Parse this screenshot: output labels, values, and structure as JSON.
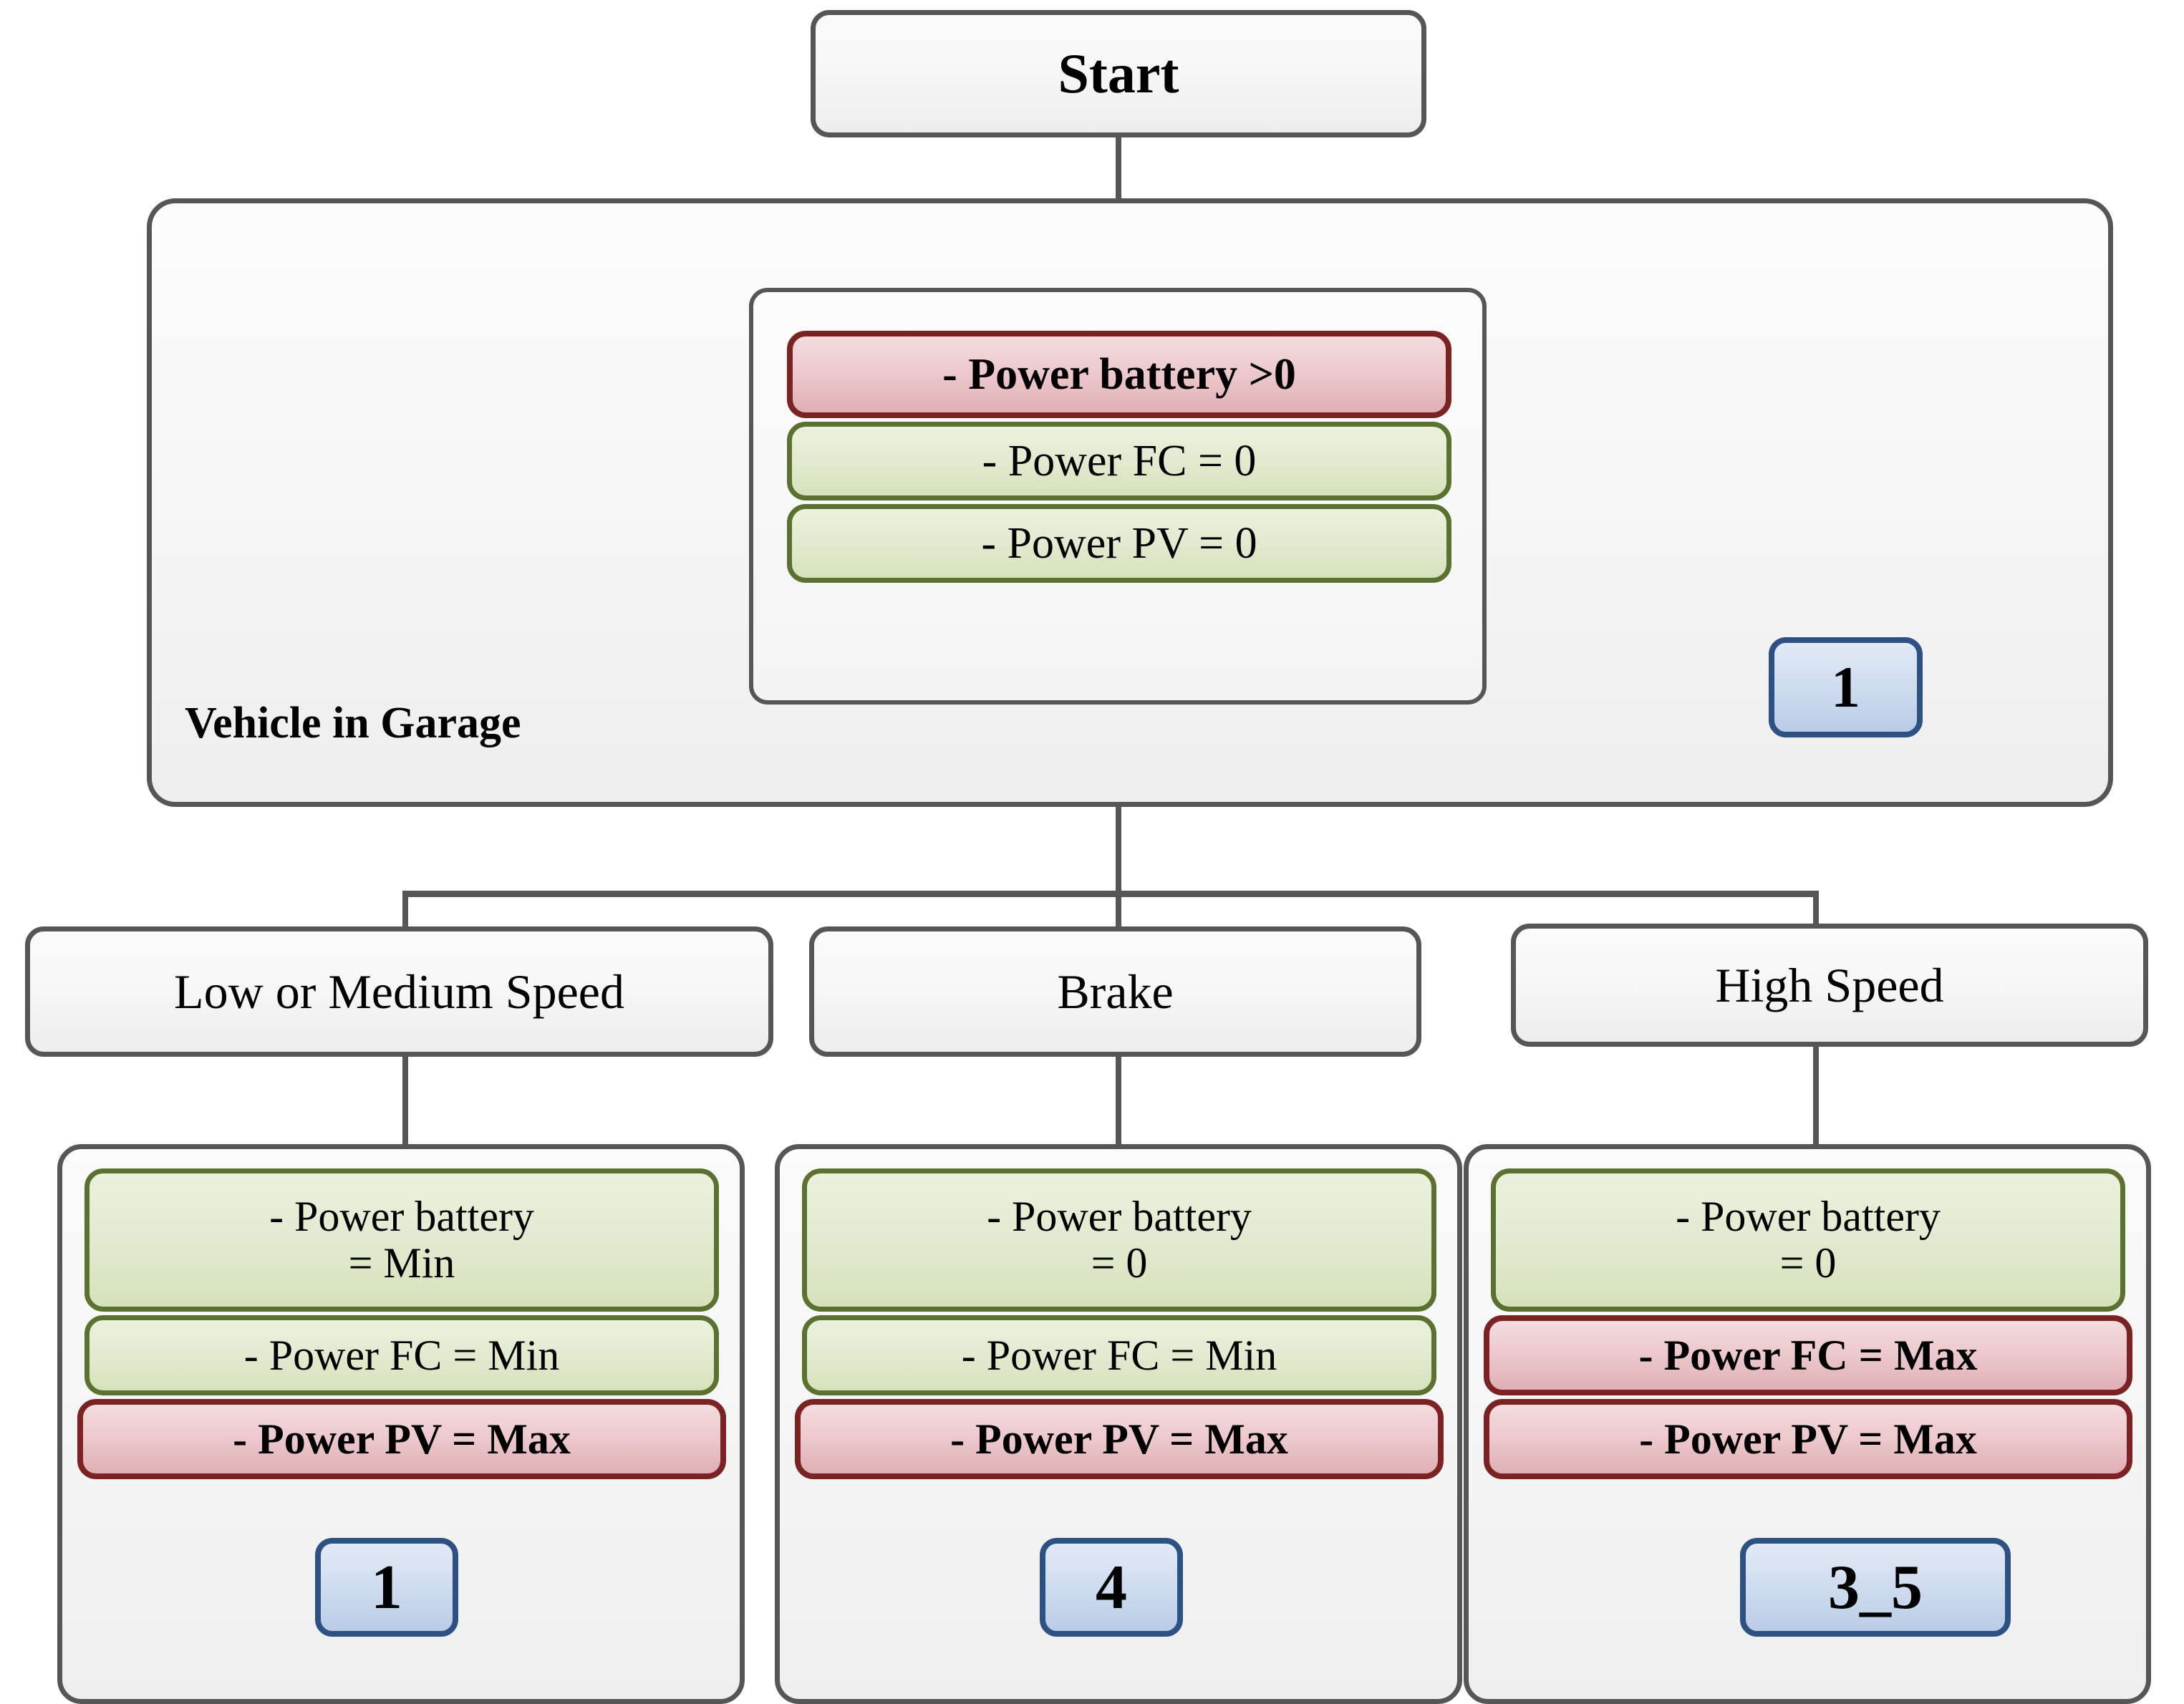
{
  "diagram": {
    "title_node": "Start",
    "garage": {
      "label": "Vehicle in Garage",
      "badge": "1",
      "conditions": [
        {
          "text": "- Power battery >0",
          "style": "red"
        },
        {
          "text": "- Power FC = 0",
          "style": "green"
        },
        {
          "text": "- Power PV = 0",
          "style": "green"
        }
      ]
    },
    "branches": [
      {
        "mode_label": "Low or Medium Speed",
        "badge": "1",
        "conditions": [
          {
            "line1": "- Power battery",
            "line2": "= Min",
            "style": "green",
            "tall": true
          },
          {
            "line1": "- Power FC = Min",
            "line2": "",
            "style": "green",
            "tall": false
          },
          {
            "line1": "- Power PV = Max",
            "line2": "",
            "style": "red",
            "tall": false
          }
        ]
      },
      {
        "mode_label": "Brake",
        "badge": "4",
        "conditions": [
          {
            "line1": "- Power battery",
            "line2": "= 0",
            "style": "green",
            "tall": true
          },
          {
            "line1": "- Power FC = Min",
            "line2": "",
            "style": "green",
            "tall": false
          },
          {
            "line1": "- Power PV = Max",
            "line2": "",
            "style": "red",
            "tall": false
          }
        ]
      },
      {
        "mode_label": "High Speed",
        "badge": "3_5",
        "conditions": [
          {
            "line1": "- Power battery",
            "line2": "= 0",
            "style": "green",
            "tall": true
          },
          {
            "line1": "- Power FC = Max",
            "line2": "",
            "style": "red",
            "tall": false
          },
          {
            "line1": "- Power PV = Max",
            "line2": "",
            "style": "red",
            "tall": false
          }
        ]
      }
    ],
    "colors": {
      "outline_grey": "#565656",
      "red_border": "#7b2222",
      "green_border": "#5b7130",
      "badge_border": "#2d5182",
      "background": "#ffffff"
    }
  }
}
